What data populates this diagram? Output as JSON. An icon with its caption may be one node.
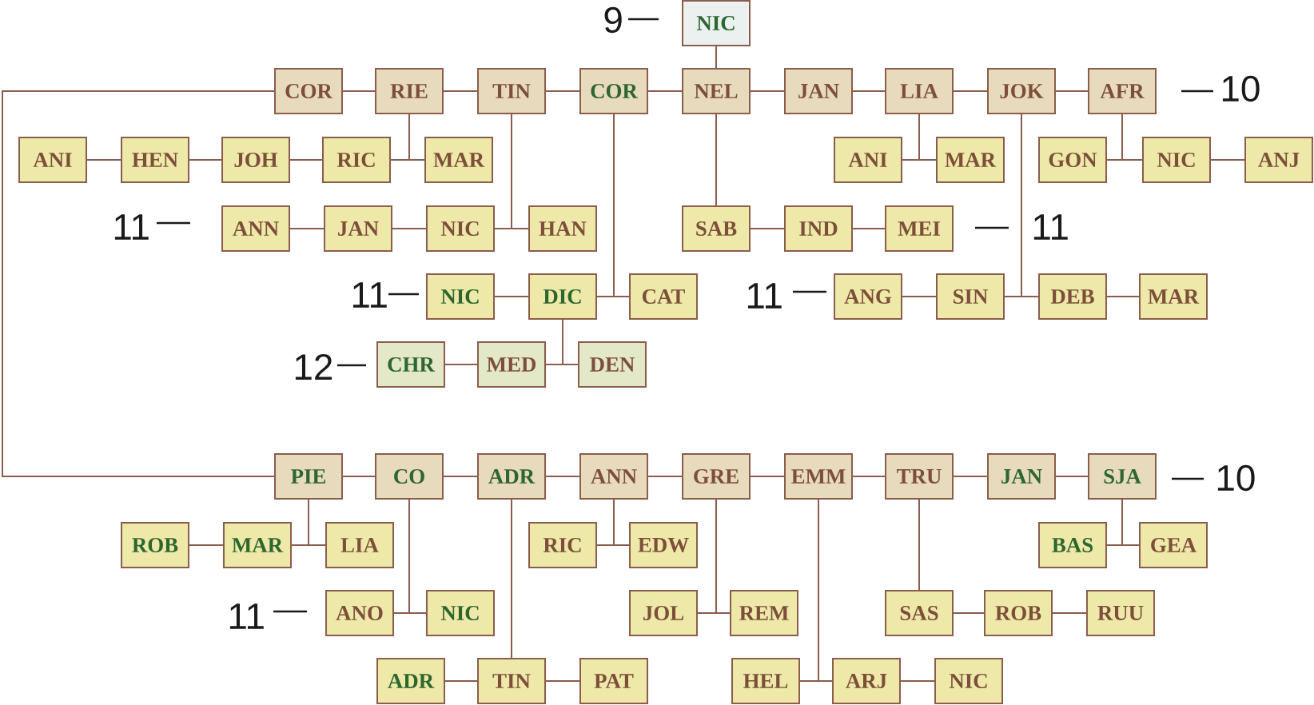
{
  "diagram": {
    "nodes": [
      {
        "text": [
          "NIC"
        ]
      },
      {
        "text": [
          "COR"
        ]
      },
      {
        "text": [
          "RIE"
        ]
      },
      {
        "text": [
          "TIN"
        ]
      },
      {
        "text": [
          "COR"
        ]
      },
      {
        "text": [
          "NEL"
        ]
      },
      {
        "text": [
          "JAN"
        ]
      },
      {
        "text": [
          "LIA"
        ]
      },
      {
        "text": [
          "JOK"
        ]
      },
      {
        "text": [
          "AFR"
        ]
      },
      {
        "text": [
          "ANI"
        ]
      },
      {
        "text": [
          "HEN"
        ]
      },
      {
        "text": [
          "JOH"
        ]
      },
      {
        "text": [
          "RIC"
        ]
      },
      {
        "text": [
          "MAR"
        ]
      },
      {
        "text": [
          "ANI"
        ]
      },
      {
        "text": [
          "MAR"
        ]
      },
      {
        "text": [
          "GON"
        ]
      },
      {
        "text": [
          "NIC"
        ]
      },
      {
        "text": [
          "ANJ"
        ]
      },
      {
        "text": [
          "ANN"
        ]
      },
      {
        "text": [
          "JAN"
        ]
      },
      {
        "text": [
          "NIC"
        ]
      },
      {
        "text": [
          "HAN"
        ]
      },
      {
        "text": [
          "SAB"
        ]
      },
      {
        "text": [
          "IND"
        ]
      },
      {
        "text": [
          "MEI"
        ]
      },
      {
        "text": [
          "NIC"
        ]
      },
      {
        "text": [
          "DIC"
        ]
      },
      {
        "text": [
          "CAT"
        ]
      },
      {
        "text": [
          "ANG"
        ]
      },
      {
        "text": [
          "SIN"
        ]
      },
      {
        "text": [
          "DEB"
        ]
      },
      {
        "text": [
          "MAR"
        ]
      },
      {
        "text": [
          "CHR"
        ]
      },
      {
        "text": [
          "MED"
        ]
      },
      {
        "text": [
          "DEN"
        ]
      },
      {
        "text": [
          "PIE"
        ]
      },
      {
        "text": [
          "CO"
        ]
      },
      {
        "text": [
          "ADR"
        ]
      },
      {
        "text": [
          "ANN"
        ]
      },
      {
        "text": [
          "GRE"
        ]
      },
      {
        "text": [
          "EMM"
        ]
      },
      {
        "text": [
          "TRU"
        ]
      },
      {
        "text": [
          "JAN"
        ]
      },
      {
        "text": [
          "SJA"
        ]
      },
      {
        "text": [
          "ROB"
        ]
      },
      {
        "text": [
          "MAR"
        ]
      },
      {
        "text": [
          "LIA"
        ]
      },
      {
        "text": [
          "RIC"
        ]
      },
      {
        "text": [
          "EDW"
        ]
      },
      {
        "text": [
          "BAS"
        ]
      },
      {
        "text": [
          "GEA"
        ]
      },
      {
        "text": [
          "ANO"
        ]
      },
      {
        "text": [
          "NIC"
        ]
      },
      {
        "text": [
          "JOL"
        ]
      },
      {
        "text": [
          "REM"
        ]
      },
      {
        "text": [
          "SAS"
        ]
      },
      {
        "text": [
          "ROB"
        ]
      },
      {
        "text": [
          "RUU"
        ]
      },
      {
        "text": [
          "ADR"
        ]
      },
      {
        "text": [
          "TIN"
        ]
      },
      {
        "text": [
          "PAT"
        ]
      },
      {
        "text": [
          "HEL"
        ]
      },
      {
        "text": [
          "ARJ"
        ]
      },
      {
        "text": [
          "NIC"
        ]
      }
    ],
    "edges": [
      {
        "from": 0,
        "to": 5,
        "arrow": "none"
      },
      {
        "from": 1,
        "to": 2,
        "arrow": "none"
      },
      {
        "from": 2,
        "to": 3,
        "arrow": "none"
      },
      {
        "from": 3,
        "to": 4,
        "arrow": "none"
      },
      {
        "from": 4,
        "to": 5,
        "arrow": "none"
      },
      {
        "from": 5,
        "to": 6,
        "arrow": "none"
      },
      {
        "from": 6,
        "to": 7,
        "arrow": "none"
      },
      {
        "from": 7,
        "to": 8,
        "arrow": "none"
      },
      {
        "from": 8,
        "to": 9,
        "arrow": "none"
      },
      {
        "from": 1,
        "to": 37,
        "arrow": "none"
      },
      {
        "from": 2,
        "to": 13,
        "arrow": "none"
      },
      {
        "from": 2,
        "to": 14,
        "arrow": "none"
      },
      {
        "from": 10,
        "to": 11,
        "arrow": "none"
      },
      {
        "from": 11,
        "to": 12,
        "arrow": "none"
      },
      {
        "from": 12,
        "to": 13,
        "arrow": "none"
      },
      {
        "from": 3,
        "to": 22,
        "arrow": "none"
      },
      {
        "from": 3,
        "to": 23,
        "arrow": "none"
      },
      {
        "from": 20,
        "to": 21,
        "arrow": "none"
      },
      {
        "from": 21,
        "to": 22,
        "arrow": "none"
      },
      {
        "from": 4,
        "to": 28,
        "arrow": "none"
      },
      {
        "from": 4,
        "to": 29,
        "arrow": "none"
      },
      {
        "from": 27,
        "to": 28,
        "arrow": "none"
      },
      {
        "from": 28,
        "to": 35,
        "arrow": "none"
      },
      {
        "from": 28,
        "to": 36,
        "arrow": "none"
      },
      {
        "from": 34,
        "to": 35,
        "arrow": "none"
      },
      {
        "from": 5,
        "to": 24,
        "arrow": "none"
      },
      {
        "from": 24,
        "to": 25,
        "arrow": "none"
      },
      {
        "from": 25,
        "to": 26,
        "arrow": "none"
      },
      {
        "from": 7,
        "to": 15,
        "arrow": "none"
      },
      {
        "from": 7,
        "to": 16,
        "arrow": "none"
      },
      {
        "from": 8,
        "to": 31,
        "arrow": "none"
      },
      {
        "from": 8,
        "to": 32,
        "arrow": "none"
      },
      {
        "from": 30,
        "to": 31,
        "arrow": "none"
      },
      {
        "from": 32,
        "to": 33,
        "arrow": "none"
      },
      {
        "from": 9,
        "to": 17,
        "arrow": "none"
      },
      {
        "from": 9,
        "to": 18,
        "arrow": "none"
      },
      {
        "from": 18,
        "to": 19,
        "arrow": "none"
      },
      {
        "from": 37,
        "to": 38,
        "arrow": "none"
      },
      {
        "from": 38,
        "to": 39,
        "arrow": "none"
      },
      {
        "from": 39,
        "to": 40,
        "arrow": "none"
      },
      {
        "from": 40,
        "to": 41,
        "arrow": "none"
      },
      {
        "from": 41,
        "to": 42,
        "arrow": "none"
      },
      {
        "from": 42,
        "to": 43,
        "arrow": "none"
      },
      {
        "from": 43,
        "to": 44,
        "arrow": "none"
      },
      {
        "from": 44,
        "to": 45,
        "arrow": "none"
      },
      {
        "from": 37,
        "to": 47,
        "arrow": "none"
      },
      {
        "from": 37,
        "to": 48,
        "arrow": "none"
      },
      {
        "from": 46,
        "to": 47,
        "arrow": "none"
      },
      {
        "from": 38,
        "to": 53,
        "arrow": "none"
      },
      {
        "from": 38,
        "to": 54,
        "arrow": "none"
      },
      {
        "from": 39,
        "to": 61,
        "arrow": "none"
      },
      {
        "from": 60,
        "to": 61,
        "arrow": "none"
      },
      {
        "from": 61,
        "to": 62,
        "arrow": "none"
      },
      {
        "from": 40,
        "to": 49,
        "arrow": "none"
      },
      {
        "from": 40,
        "to": 50,
        "arrow": "none"
      },
      {
        "from": 41,
        "to": 55,
        "arrow": "none"
      },
      {
        "from": 41,
        "to": 56,
        "arrow": "none"
      },
      {
        "from": 42,
        "to": 63,
        "arrow": "none"
      },
      {
        "from": 42,
        "to": 64,
        "arrow": "none"
      },
      {
        "from": 64,
        "to": 65,
        "arrow": "none"
      },
      {
        "from": 43,
        "to": 57,
        "arrow": "none"
      },
      {
        "from": 57,
        "to": 58,
        "arrow": "none"
      },
      {
        "from": 58,
        "to": 59,
        "arrow": "none"
      },
      {
        "from": 45,
        "to": 51,
        "arrow": "none"
      },
      {
        "from": 45,
        "to": 52,
        "arrow": "none"
      }
    ],
    "labels": [
      "9",
      "10",
      "11",
      "11",
      "11",
      "11",
      "12",
      "10",
      "11"
    ]
  }
}
